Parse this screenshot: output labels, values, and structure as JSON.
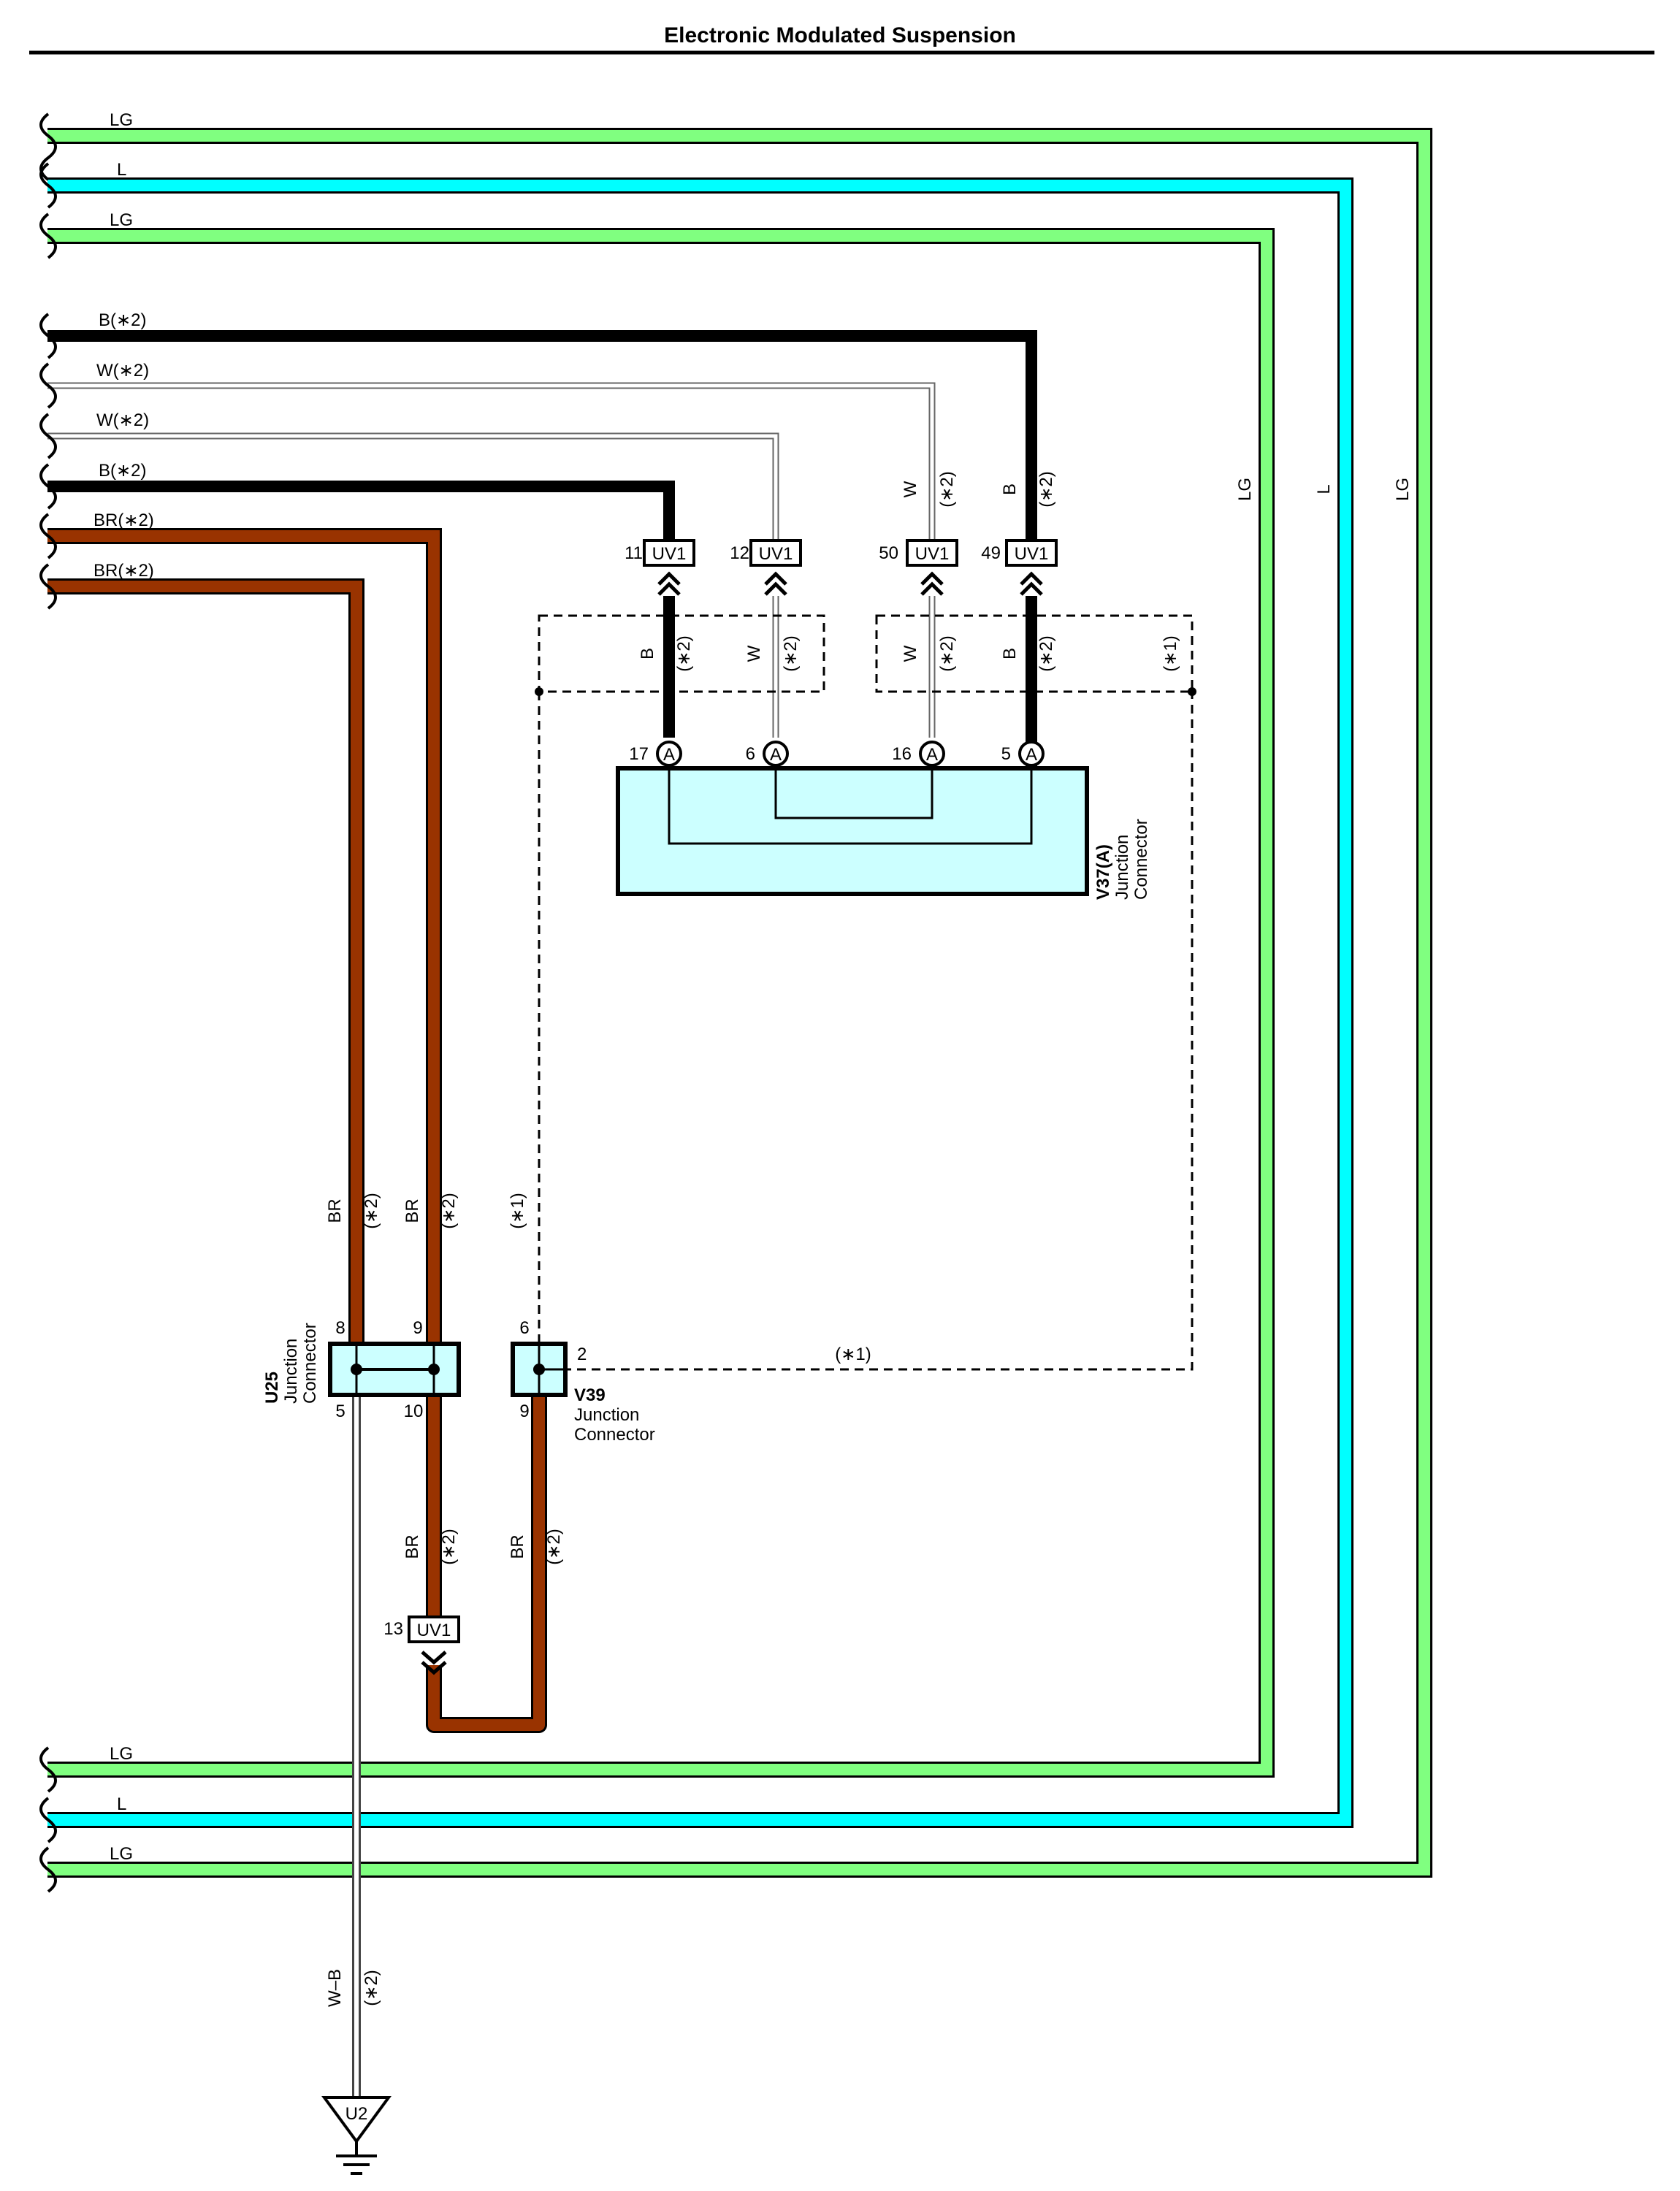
{
  "title": "Electronic Modulated Suspension",
  "colors": {
    "LG": "#80ff80",
    "L": "#00ffff",
    "B": "#000000",
    "W": "#ffffff",
    "BR": "#993300",
    "WB": "#ffffff",
    "connector_fill": "#ccffff"
  },
  "wire_labels": {
    "top_lg1": "LG",
    "top_l": "L",
    "top_lg2": "LG",
    "b2a": "B(∗2)",
    "w2a": "W(∗2)",
    "w2b": "W(∗2)",
    "b2b": "B(∗2)",
    "br2a": "BR(∗2)",
    "br2b": "BR(∗2)",
    "bot_lg1": "LG",
    "bot_l": "L",
    "bot_lg2": "LG",
    "right_lg1": "LG",
    "right_l": "L",
    "right_lg2": "LG"
  },
  "uv1_connectors": [
    {
      "pin": "11",
      "name": "UV1"
    },
    {
      "pin": "12",
      "name": "UV1"
    },
    {
      "pin": "50",
      "name": "UV1"
    },
    {
      "pin": "49",
      "name": "UV1"
    },
    {
      "pin": "13",
      "name": "UV1"
    }
  ],
  "v37": {
    "name": "V37(A)",
    "line1": "Junction",
    "line2": "Connector",
    "pins": [
      {
        "pin": "17",
        "mark": "A"
      },
      {
        "pin": "6",
        "mark": "A"
      },
      {
        "pin": "16",
        "mark": "A"
      },
      {
        "pin": "5",
        "mark": "A"
      }
    ]
  },
  "vertical_labels": {
    "w_top": "W",
    "s2_w_top": "(∗2)",
    "b_top": "B",
    "s2_b_top": "(∗2)",
    "b_box": "B",
    "s2_b_box": "(∗2)",
    "w_box": "W",
    "s2_w_box": "(∗2)",
    "w_box2": "W",
    "s2_w_box2": "(∗2)",
    "b_box2": "B",
    "s2_b_box2": "(∗2)",
    "s1_box2": "(∗1)",
    "br_left": "BR",
    "s2_br_left": "(∗2)",
    "br_mid": "BR",
    "s2_br_mid": "(∗2)",
    "s1_vert": "(∗1)",
    "br_low1": "BR",
    "s2_br_low1": "(∗2)",
    "br_low2": "BR",
    "s2_br_low2": "(∗2)",
    "wb": "W–B",
    "s2_wb": "(∗2)"
  },
  "u25": {
    "name": "U25",
    "line1": "Junction",
    "line2": "Connector",
    "pin_8": "8",
    "pin_9": "9",
    "pin_5": "5",
    "pin_10": "10"
  },
  "v39": {
    "name": "V39",
    "line1": "Junction",
    "line2": "Connector",
    "pin_6": "6",
    "pin_2": "2",
    "pin_9": "9"
  },
  "dashed_label": "(∗1)",
  "ground": {
    "name": "U2"
  }
}
